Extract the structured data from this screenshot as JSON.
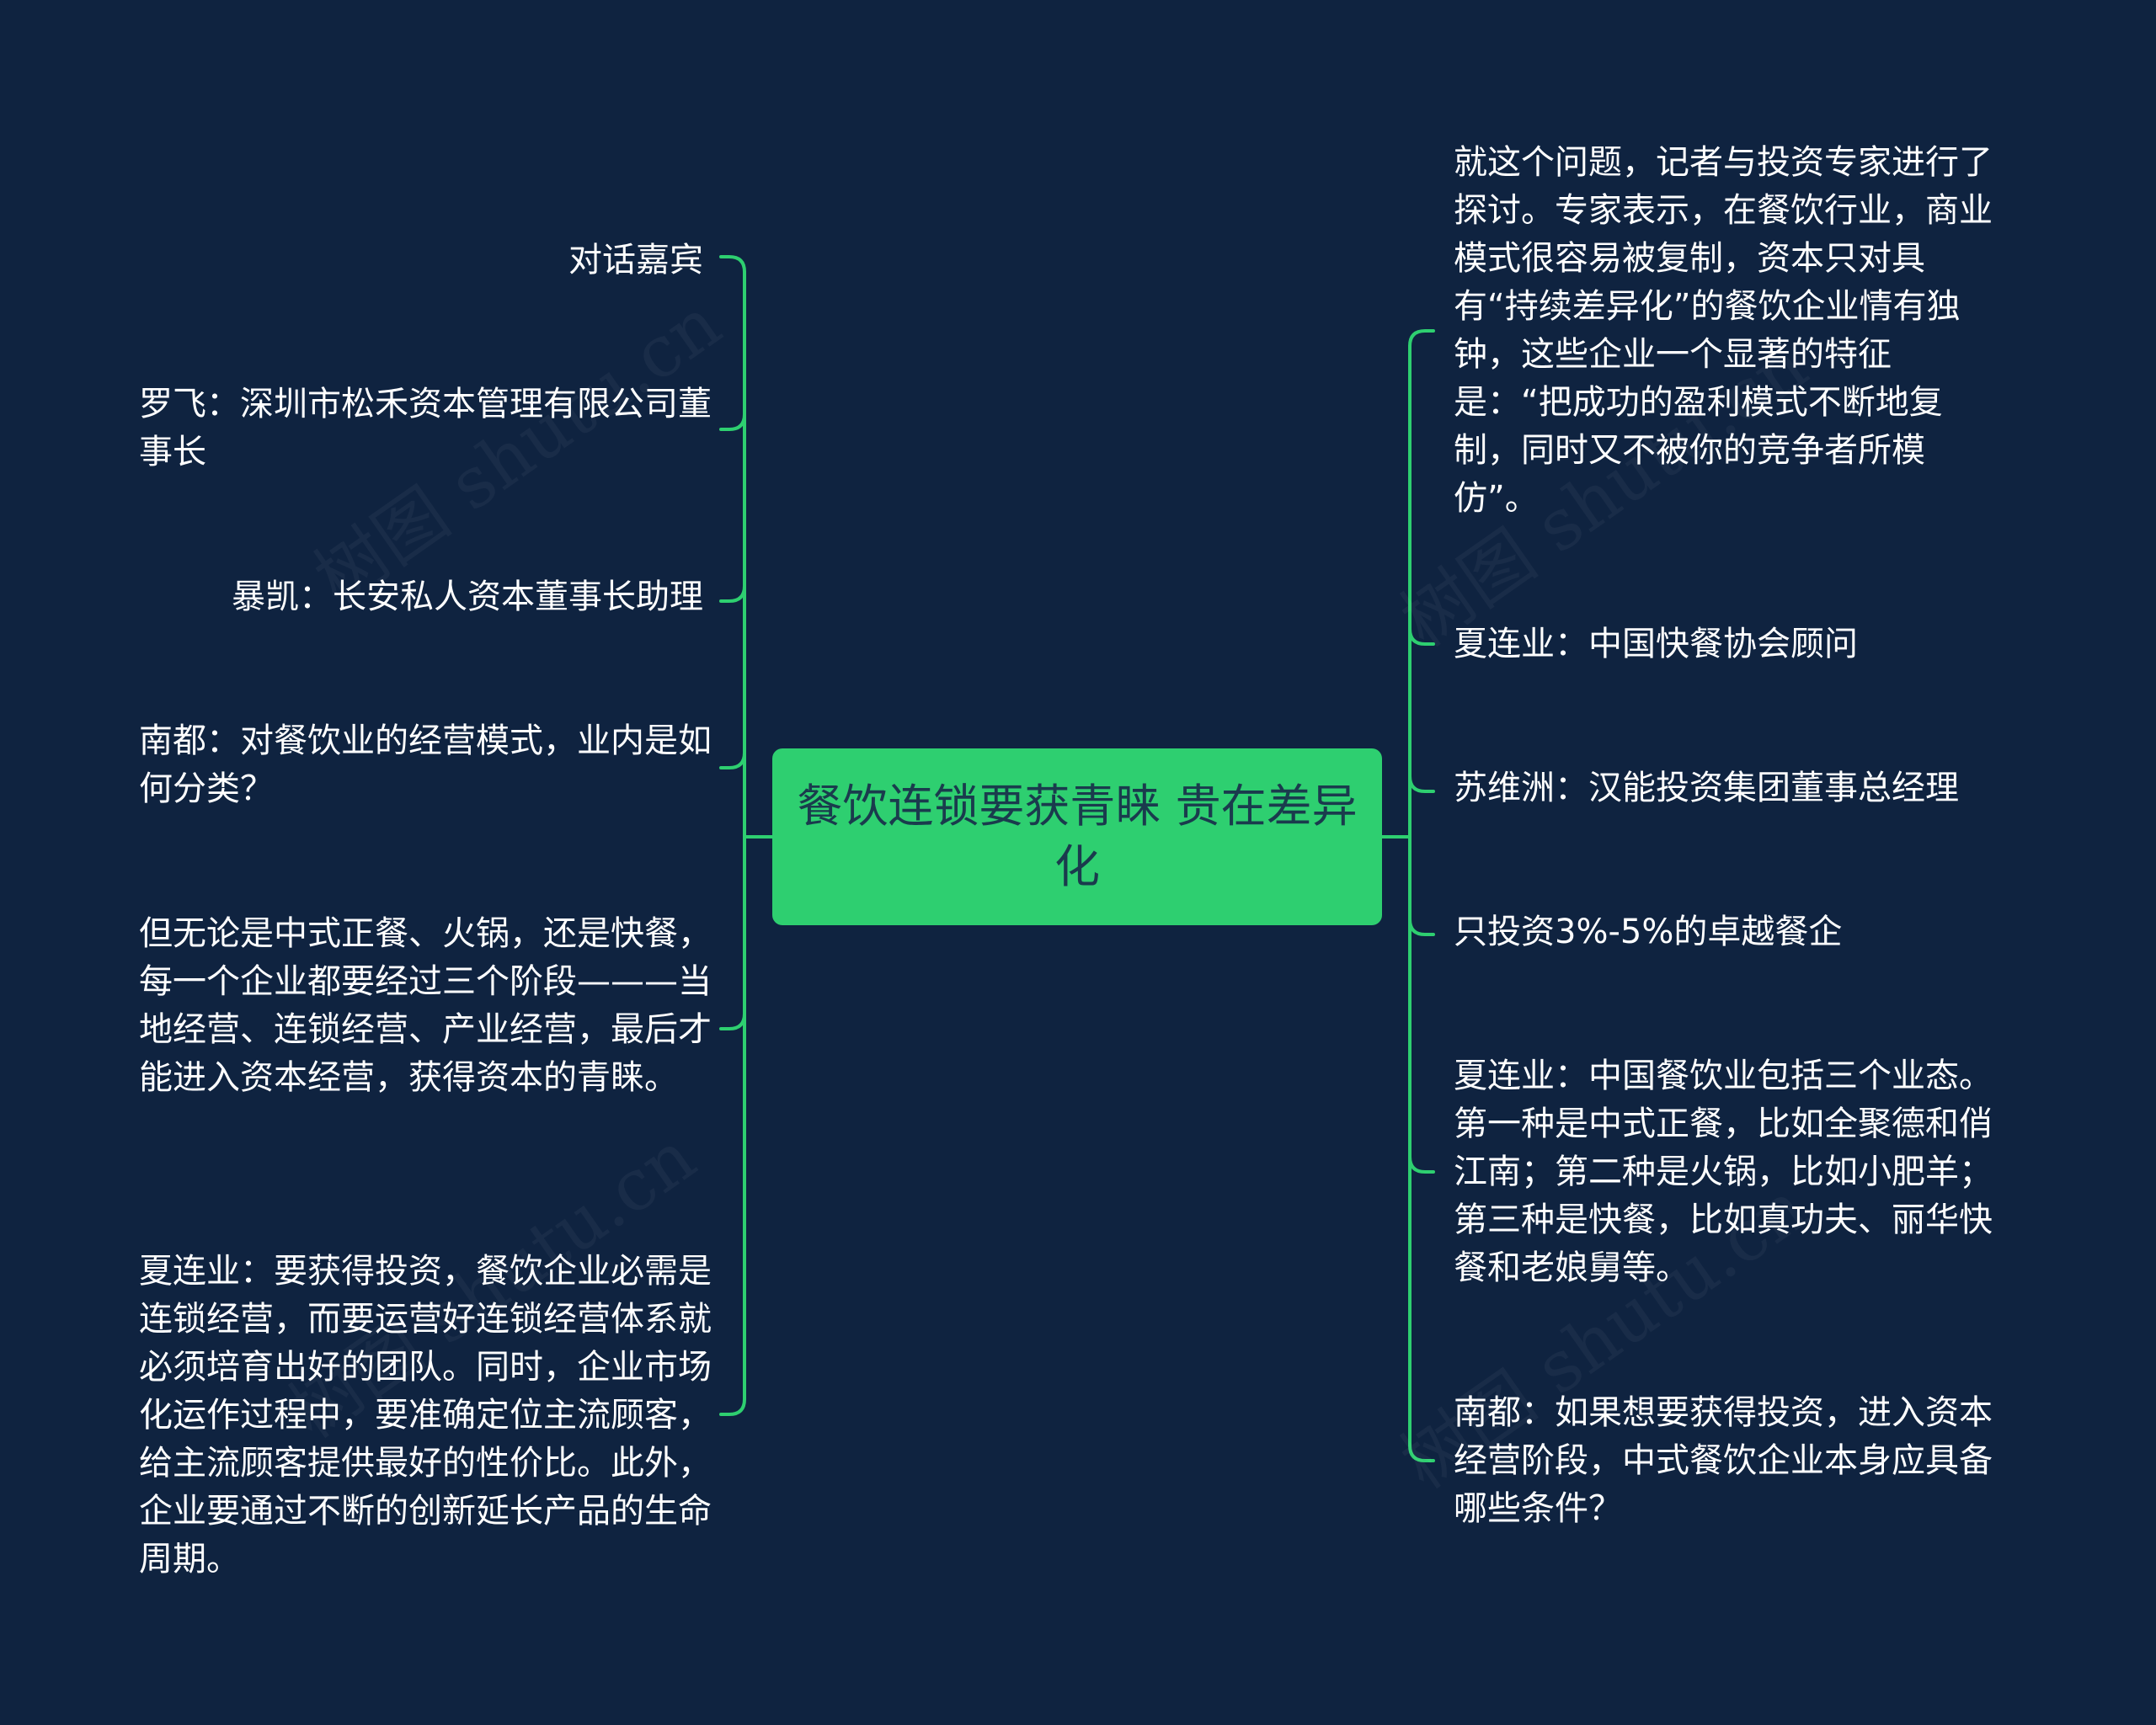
{
  "colors": {
    "background": "#0f2340",
    "connector": "#2ecf70",
    "center_fill": "#2ecf70",
    "center_text": "#1a3b4d",
    "node_text": "#ffffff"
  },
  "center": {
    "label": "餐饮连锁要获青睐 贵在差异化"
  },
  "left_nodes": [
    {
      "text": "对话嘉宾"
    },
    {
      "text": "罗飞：深圳市松禾资本管理有限公司董事长"
    },
    {
      "text": "暴凯：长安私人资本董事长助理"
    },
    {
      "text": "南都：对餐饮业的经营模式，业内是如何分类？"
    },
    {
      "text": "但无论是中式正餐、火锅，还是快餐，每一个企业都要经过三个阶段———当地经营、连锁经营、产业经营，最后才能进入资本经营，获得资本的青睐。"
    },
    {
      "text": "夏连业：要获得投资，餐饮企业必需是连锁经营，而要运营好连锁经营体系就必须培育出好的团队。同时，企业市场化运作过程中，要准确定位主流顾客，给主流顾客提供最好的性价比。此外，企业要通过不断的创新延长产品的生命周期。"
    }
  ],
  "right_nodes": [
    {
      "text": "就这个问题，记者与投资专家进行了探讨。专家表示，在餐饮行业，商业模式很容易被复制，资本只对具有“持续差异化”的餐饮企业情有独钟，这些企业一个显著的特征是：“把成功的盈利模式不断地复制，同时又不被你的竞争者所模仿”。"
    },
    {
      "text": "夏连业：中国快餐协会顾问"
    },
    {
      "text": "苏维洲：汉能投资集团董事总经理"
    },
    {
      "text": "只投资3%-5%的卓越餐企"
    },
    {
      "text": "夏连业：中国餐饮业包括三个业态。第一种是中式正餐，比如全聚德和俏江南；第二种是火锅，比如小肥羊；第三种是快餐，比如真功夫、丽华快餐和老娘舅等。"
    },
    {
      "text": "南都：如果想要获得投资，进入资本经营阶段，中式餐饮企业本身应具备哪些条件？"
    }
  ],
  "watermarks": [
    "树图 shutu.cn",
    "树图 shutu.cn",
    "树图 shutu.cn",
    "树图 shutu.cn"
  ]
}
